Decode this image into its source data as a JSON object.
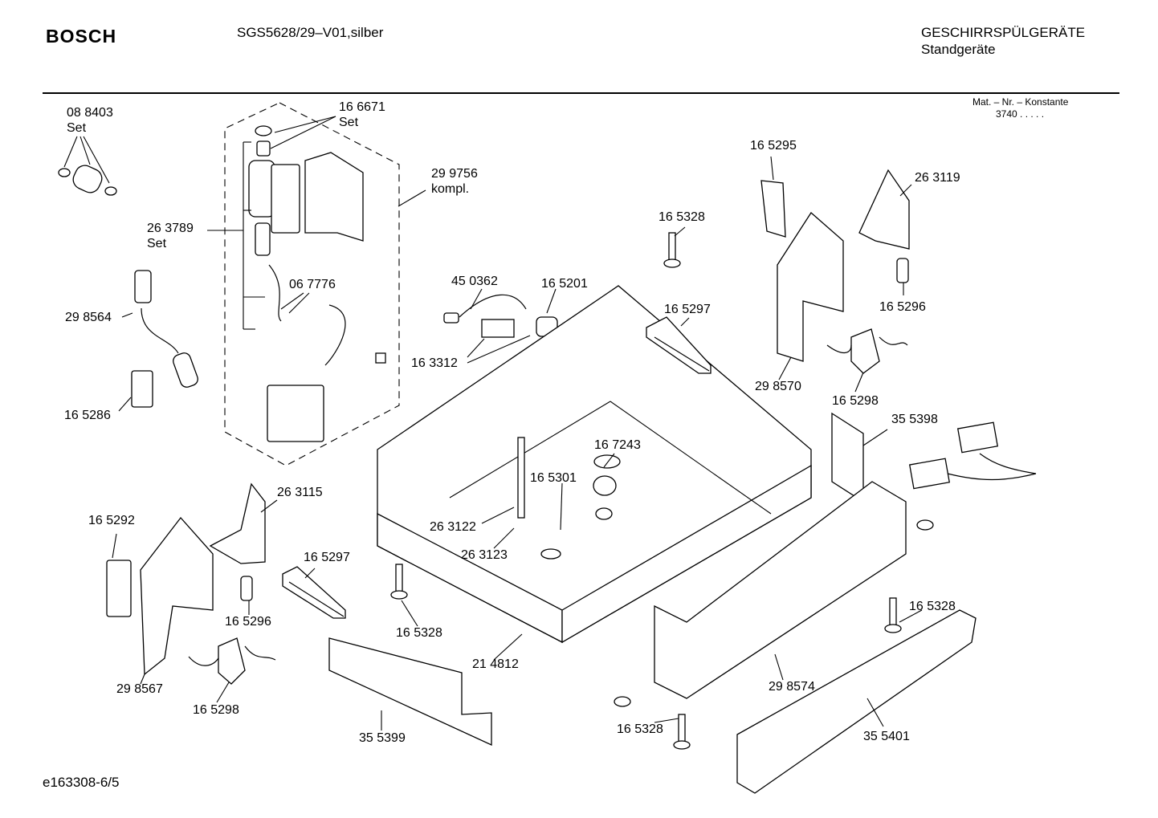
{
  "header": {
    "brand": "BOSCH",
    "model": "SGS5628/29–V01,silber",
    "category": "GESCHIRRSPÜLGERÄTE",
    "subcategory": "Standgeräte",
    "mat_label": "Mat. – Nr. – Konstante",
    "mat_value": "3740  .  .  .  .  ."
  },
  "footer": {
    "doc_id": "e163308-6/5"
  },
  "parts": [
    {
      "id": "p088403",
      "text": "08 8403\nSet"
    },
    {
      "id": "p166671",
      "text": "16 6671\nSet"
    },
    {
      "id": "p299756",
      "text": "29 9756\nkompl."
    },
    {
      "id": "p263789",
      "text": "26 3789\nSet"
    },
    {
      "id": "p298564",
      "text": "29 8564"
    },
    {
      "id": "p067776",
      "text": "06 7776"
    },
    {
      "id": "p165286",
      "text": "16 5286"
    },
    {
      "id": "p450362",
      "text": "45 0362"
    },
    {
      "id": "p165201",
      "text": "16 5201"
    },
    {
      "id": "p163312",
      "text": "16 3312"
    },
    {
      "id": "p165328a",
      "text": "16 5328"
    },
    {
      "id": "p165297a",
      "text": "16 5297"
    },
    {
      "id": "p165295",
      "text": "16 5295"
    },
    {
      "id": "p263119",
      "text": "26 3119"
    },
    {
      "id": "p165296a",
      "text": "16 5296"
    },
    {
      "id": "p298570",
      "text": "29 8570"
    },
    {
      "id": "p165298a",
      "text": "16 5298"
    },
    {
      "id": "p355398",
      "text": "35 5398"
    },
    {
      "id": "p167243",
      "text": "16 7243"
    },
    {
      "id": "p165301",
      "text": "16 5301"
    },
    {
      "id": "p263115",
      "text": "26 3115"
    },
    {
      "id": "p165292",
      "text": "16 5292"
    },
    {
      "id": "p263122",
      "text": "26 3122"
    },
    {
      "id": "p263123",
      "text": "26 3123"
    },
    {
      "id": "p165297b",
      "text": "16 5297"
    },
    {
      "id": "p165296b",
      "text": "16 5296"
    },
    {
      "id": "p165328b",
      "text": "16 5328"
    },
    {
      "id": "p298567",
      "text": "29 8567"
    },
    {
      "id": "p165298b",
      "text": "16 5298"
    },
    {
      "id": "p214812",
      "text": "21 4812"
    },
    {
      "id": "p355399",
      "text": "35 5399"
    },
    {
      "id": "p165328c",
      "text": "16 5328"
    },
    {
      "id": "p298574",
      "text": "29 8574"
    },
    {
      "id": "p165328d",
      "text": "16 5328"
    },
    {
      "id": "p355401",
      "text": "35 5401"
    }
  ]
}
